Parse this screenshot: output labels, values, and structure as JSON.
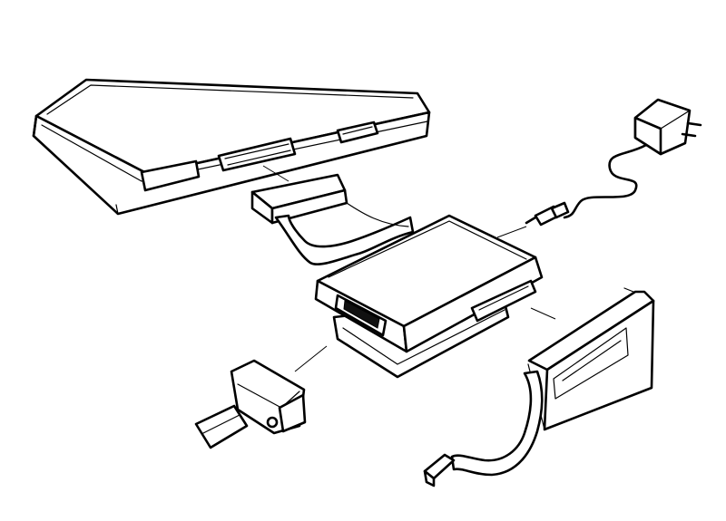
{
  "diagram": {
    "kind": "exploded-view line drawing",
    "components": [
      {
        "id": "computer",
        "name": "computer-console"
      },
      {
        "id": "ribbon-cable",
        "name": "ribbon-cable"
      },
      {
        "id": "interface-box",
        "name": "interface-box"
      },
      {
        "id": "power-adapter",
        "name": "power-adapter"
      },
      {
        "id": "dc-plug",
        "name": "dc-plug"
      },
      {
        "id": "expansion-card",
        "name": "expansion-card"
      },
      {
        "id": "card-cable",
        "name": "card-ribbon-cable"
      },
      {
        "id": "d-connector",
        "name": "d-sub-cable-connector"
      }
    ],
    "ink_color": "#000000",
    "paper_color": "#ffffff"
  }
}
